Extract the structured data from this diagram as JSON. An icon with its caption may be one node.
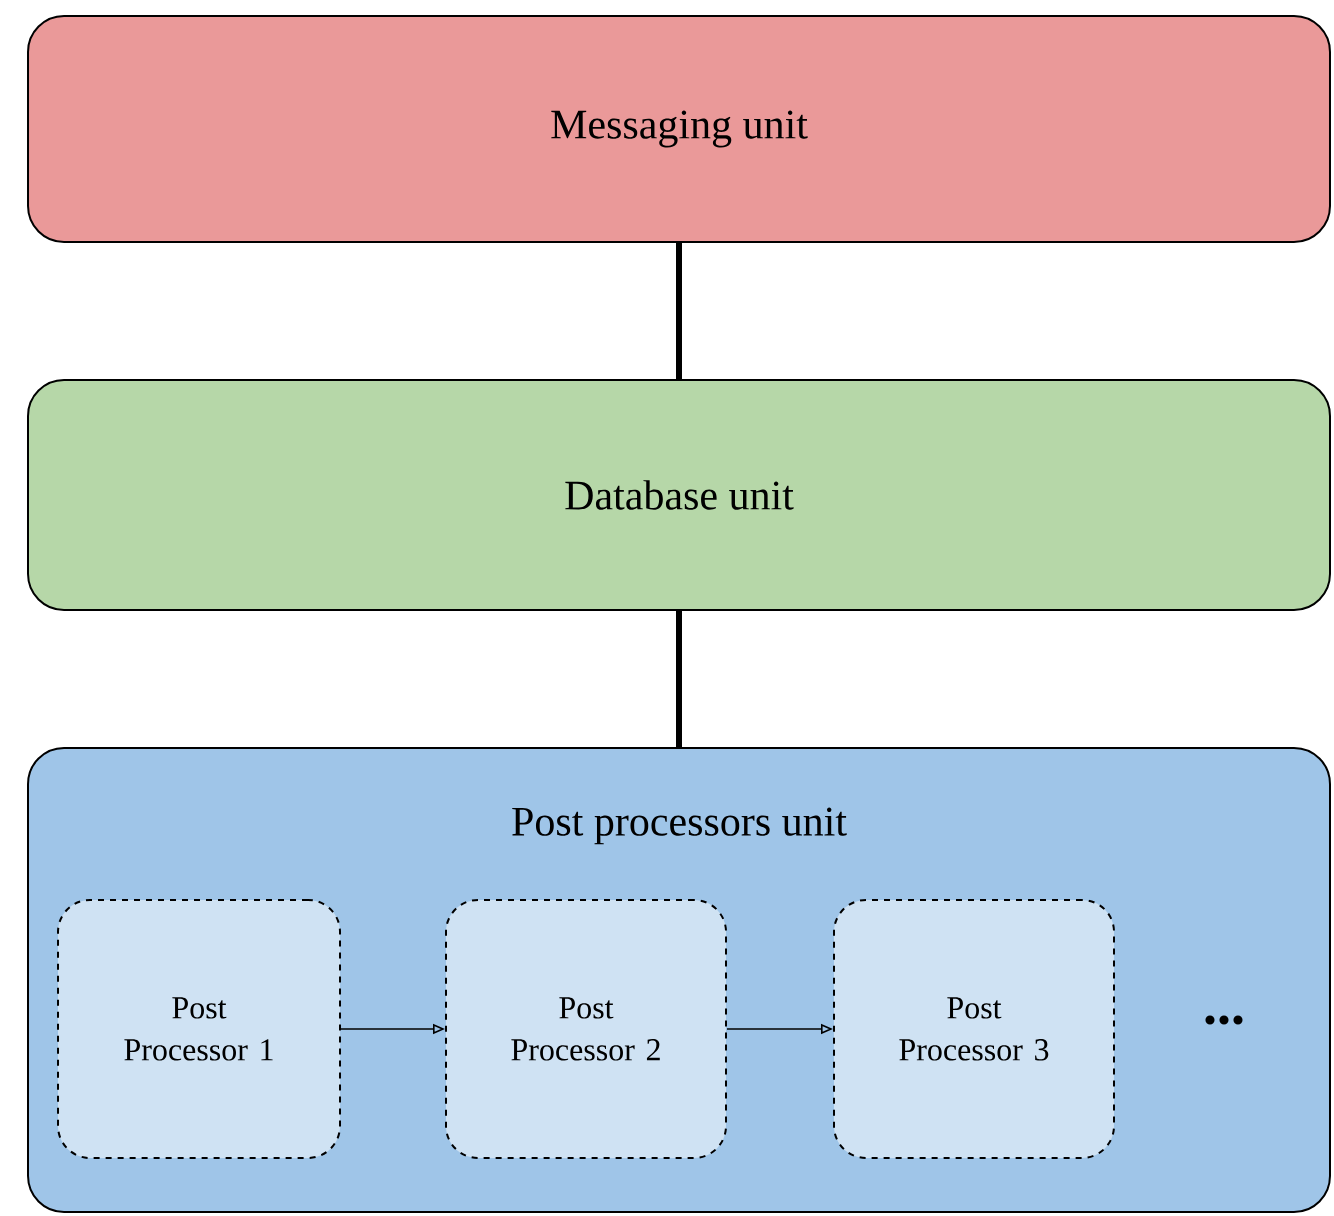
{
  "diagram": {
    "nodes": [
      {
        "text": [
          "Messaging unit"
        ]
      },
      {
        "text": [
          "Database unit"
        ]
      },
      {
        "text": [
          "Post processors unit"
        ]
      },
      {
        "text": [
          "Post Processor 1"
        ],
        "in": 2
      },
      {
        "text": [
          "Post Processor 2"
        ],
        "in": 2
      },
      {
        "text": [
          "Post Processor 3"
        ],
        "in": 2
      }
    ],
    "edges": [
      {
        "from": 0,
        "to": 1,
        "arrow": "none",
        "style": "thick"
      },
      {
        "from": 1,
        "to": 2,
        "arrow": "none",
        "style": "thick"
      },
      {
        "from": 3,
        "to": 4,
        "arrow": "to"
      },
      {
        "from": 4,
        "to": 5,
        "arrow": "to"
      }
    ],
    "labels": [
      "..."
    ]
  }
}
